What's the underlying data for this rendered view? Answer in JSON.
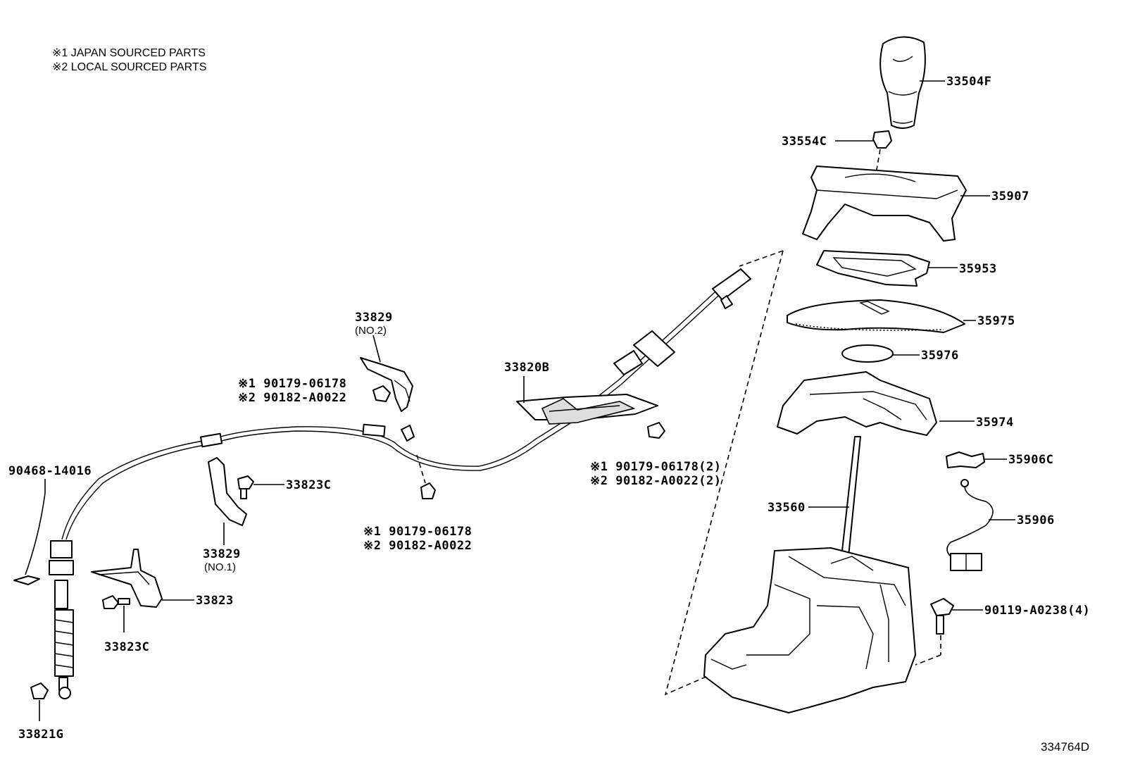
{
  "notes": [
    "※1 JAPAN SOURCED PARTS",
    "※2 LOCAL SOURCED PARTS"
  ],
  "diagram_number": "334764D",
  "parts": {
    "p33504F": "33504F",
    "p33554C": "33554C",
    "p35907": "35907",
    "p35953": "35953",
    "p35975": "35975",
    "p35976": "35976",
    "p35974": "35974",
    "p35906C": "35906C",
    "p35906": "35906",
    "p33560": "33560",
    "p90119": "90119-A0238(4)",
    "p33820B": "33820B",
    "p33829a": "33829",
    "p33829a_sub": "(NO.2)",
    "p33829b": "33829",
    "p33829b_sub": "(NO.1)",
    "p33823C_a": "33823C",
    "p33823C_b": "33823C",
    "p33823": "33823",
    "p90468": "90468-14016",
    "p33821G": "33821G",
    "nutA_1": "※1 90179-06178",
    "nutA_2": "※2 90182-A0022",
    "nutB_1": "※1 90179-06178",
    "nutB_2": "※2 90182-A0022",
    "nutC_1": "※1 90179-06178(2)",
    "nutC_2": "※2 90182-A0022(2)"
  }
}
